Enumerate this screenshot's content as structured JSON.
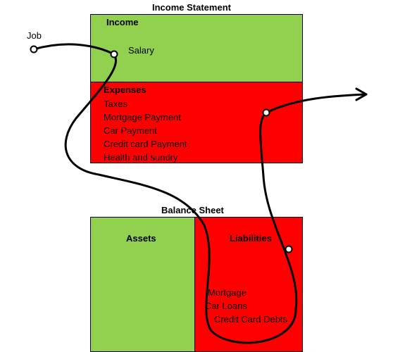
{
  "income_statement": {
    "title": "Income Statement",
    "income": {
      "heading": "Income",
      "items": [
        "Salary"
      ]
    },
    "expenses": {
      "heading": "Expenses",
      "items": [
        "Taxes",
        "Mortgage Payment",
        "Car Payment",
        "Credit card Payment",
        "Health and sundry"
      ]
    }
  },
  "balance_sheet": {
    "title": "Balance Sheet",
    "assets": {
      "heading": "Assets"
    },
    "liabilities": {
      "heading": "Liabilities",
      "items": [
        "Mortgage",
        "Car Loans",
        "Credit Card Debts"
      ]
    }
  },
  "job_label": "Job",
  "colors": {
    "green": "#92d050",
    "red": "#ff0000",
    "border": "#000000"
  }
}
